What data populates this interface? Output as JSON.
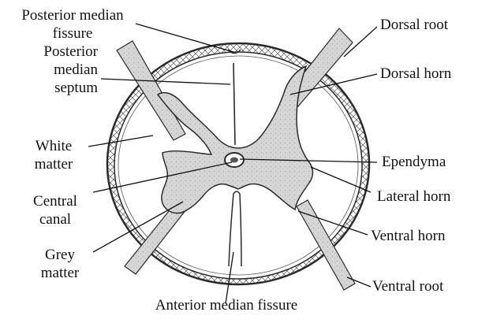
{
  "diagram": {
    "labels": {
      "posterior_median_fissure": [
        "Posterior median",
        "fissure"
      ],
      "posterior_median_septum": [
        "Posterior",
        "median",
        "septum"
      ],
      "white_matter": [
        "White",
        "matter"
      ],
      "central_canal": [
        "Central",
        "canal"
      ],
      "grey_matter": [
        "Grey",
        "matter"
      ],
      "anterior_median_fissure": "Anterior median fissure",
      "dorsal_root": "Dorsal root",
      "dorsal_horn": "Dorsal horn",
      "ependyma": "Ependyma",
      "lateral_horn": "Lateral horn",
      "ventral_horn": "Ventral horn",
      "ventral_root": "Ventral root"
    },
    "colors": {
      "grey_matter_fill": "#d6d6d6",
      "outline": "#2a2a2a",
      "white_matter_fill": "#ffffff",
      "meninges_fill": "#9a9a9a",
      "text": "#111111"
    }
  }
}
